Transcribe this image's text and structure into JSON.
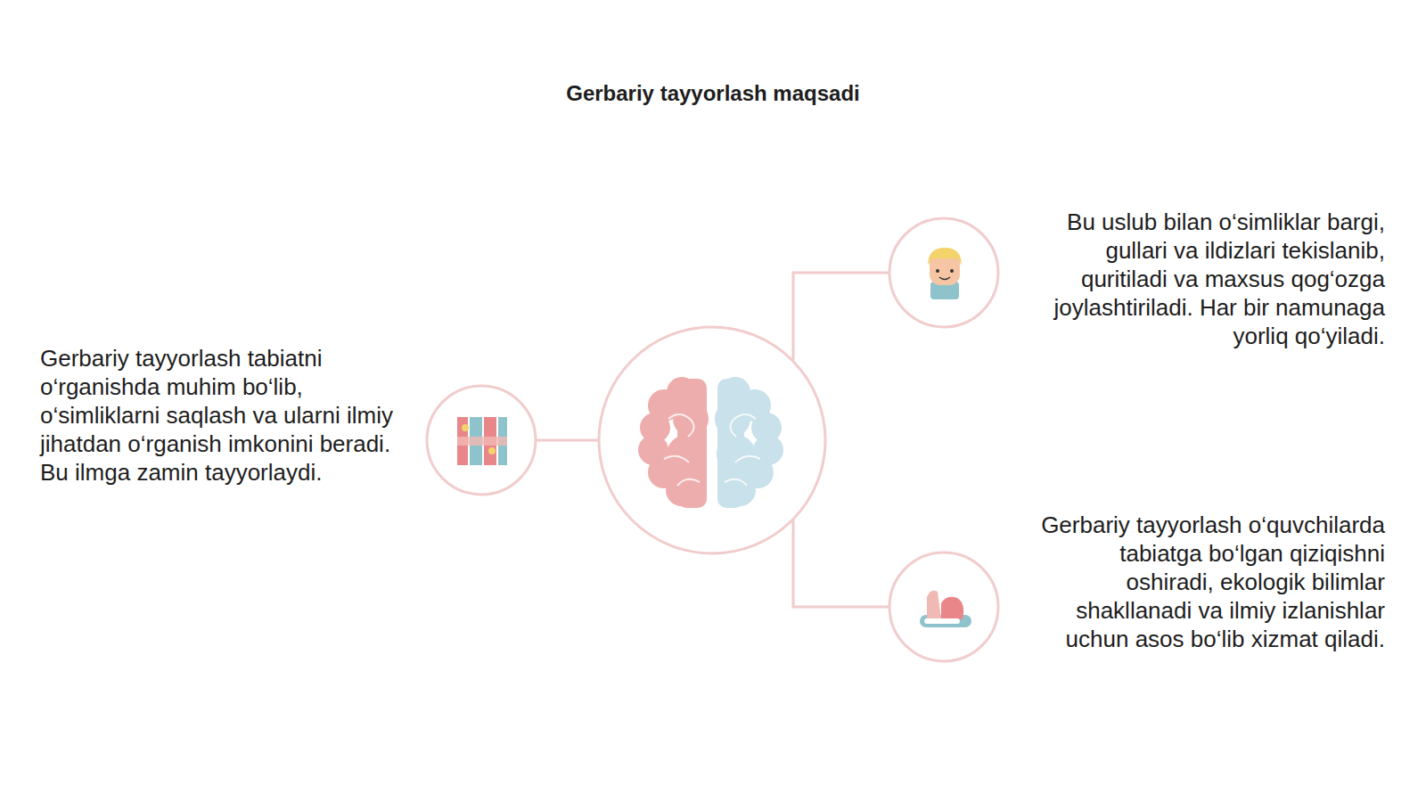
{
  "diagram": {
    "title": "Gerbariy tayyorlash maqsadi",
    "labels": [
      "Gerbariy tayyorlash tabiatni o‘rganishda muhim bo‘lib, o‘simliklarni saqlash va ularni ilmiy jihatdan o‘rganish imkonini beradi. Bu ilmga zamin tayyorlaydi.",
      "Bu uslub bilan o‘simliklar bargi, gullari va ildizlari tekislanib, quritiladi va maxsus qog‘ozga joylashtiriladi. Har bir namunaga yorliq qo‘yiladi.",
      "Gerbariy tayyorlash o‘quvchilarda tabiatga bo‘lgan qiziqishni oshiradi, ekologik bilimlar shakllanadi va ilmiy izlanishlar uchun asos bo‘lib xizmat qiladi."
    ]
  }
}
